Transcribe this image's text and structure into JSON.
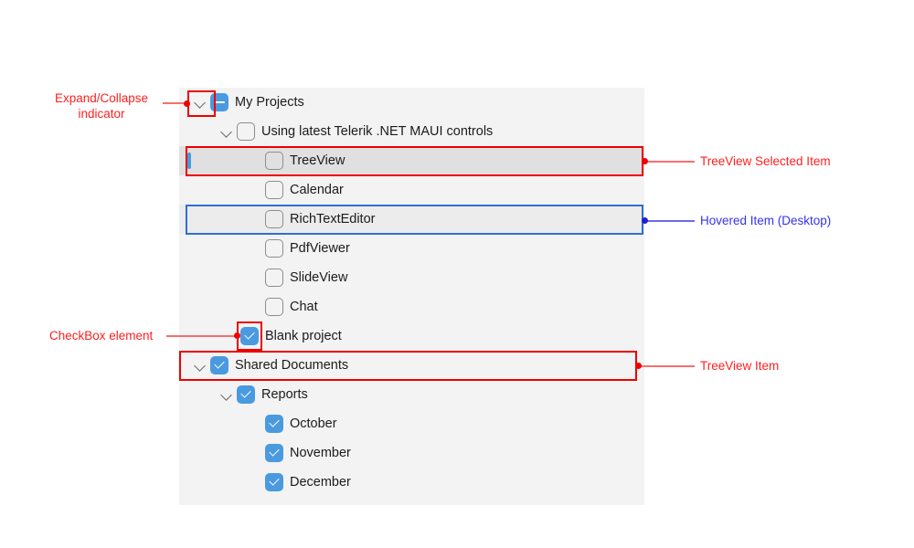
{
  "panel": {
    "background": "#f3f3f3",
    "selected_row_background": "#e0e0e0",
    "hovered_row_background": "#ececec"
  },
  "colors": {
    "accent_blue": "#4a9ae0",
    "annotation_red": "#ff2020",
    "annotation_blue": "#3333ee",
    "highlight_red": "#ee0000",
    "highlight_blue": "#2f6fd0"
  },
  "tree": {
    "rows": [
      {
        "label": "My Projects",
        "level": 0,
        "chevron": "chevron-down",
        "checkbox": "indeterminate",
        "state": "normal"
      },
      {
        "label": "Using latest Telerik .NET MAUI controls",
        "level": 1,
        "chevron": "chevron-down",
        "checkbox": "unchecked",
        "state": "normal"
      },
      {
        "label": "TreeView",
        "level": 2,
        "chevron": "none",
        "checkbox": "unchecked",
        "state": "selected"
      },
      {
        "label": "Calendar",
        "level": 2,
        "chevron": "none",
        "checkbox": "unchecked",
        "state": "normal"
      },
      {
        "label": "RichTextEditor",
        "level": 2,
        "chevron": "none",
        "checkbox": "unchecked",
        "state": "hovered"
      },
      {
        "label": "PdfViewer",
        "level": 2,
        "chevron": "none",
        "checkbox": "unchecked",
        "state": "normal"
      },
      {
        "label": "SlideView",
        "level": 2,
        "chevron": "none",
        "checkbox": "unchecked",
        "state": "normal"
      },
      {
        "label": "Chat",
        "level": 2,
        "chevron": "none",
        "checkbox": "unchecked",
        "state": "normal"
      },
      {
        "label": "Blank project",
        "level": 1,
        "chevron": "none",
        "checkbox": "checked",
        "state": "normal"
      },
      {
        "label": "Shared Documents",
        "level": 0,
        "chevron": "chevron-down",
        "checkbox": "checked",
        "state": "normal"
      },
      {
        "label": "Reports",
        "level": 1,
        "chevron": "chevron-down",
        "checkbox": "checked",
        "state": "normal"
      },
      {
        "label": "October",
        "level": 2,
        "chevron": "none",
        "checkbox": "checked",
        "state": "normal"
      },
      {
        "label": "November",
        "level": 2,
        "chevron": "none",
        "checkbox": "checked",
        "state": "normal"
      },
      {
        "label": "December",
        "level": 2,
        "chevron": "none",
        "checkbox": "checked",
        "state": "normal"
      }
    ]
  },
  "annotations": {
    "expand_collapse": {
      "line1": "Expand/Collapse",
      "line2": "indicator",
      "color": "red"
    },
    "checkbox_element": {
      "text": "CheckBox element",
      "color": "red"
    },
    "treeview_selected_item": {
      "text": "TreeView Selected Item",
      "color": "red"
    },
    "hovered_item_desktop": {
      "text": "Hovered Item (Desktop)",
      "color": "blue"
    },
    "treeview_item": {
      "text": "TreeView Item",
      "color": "red"
    }
  }
}
